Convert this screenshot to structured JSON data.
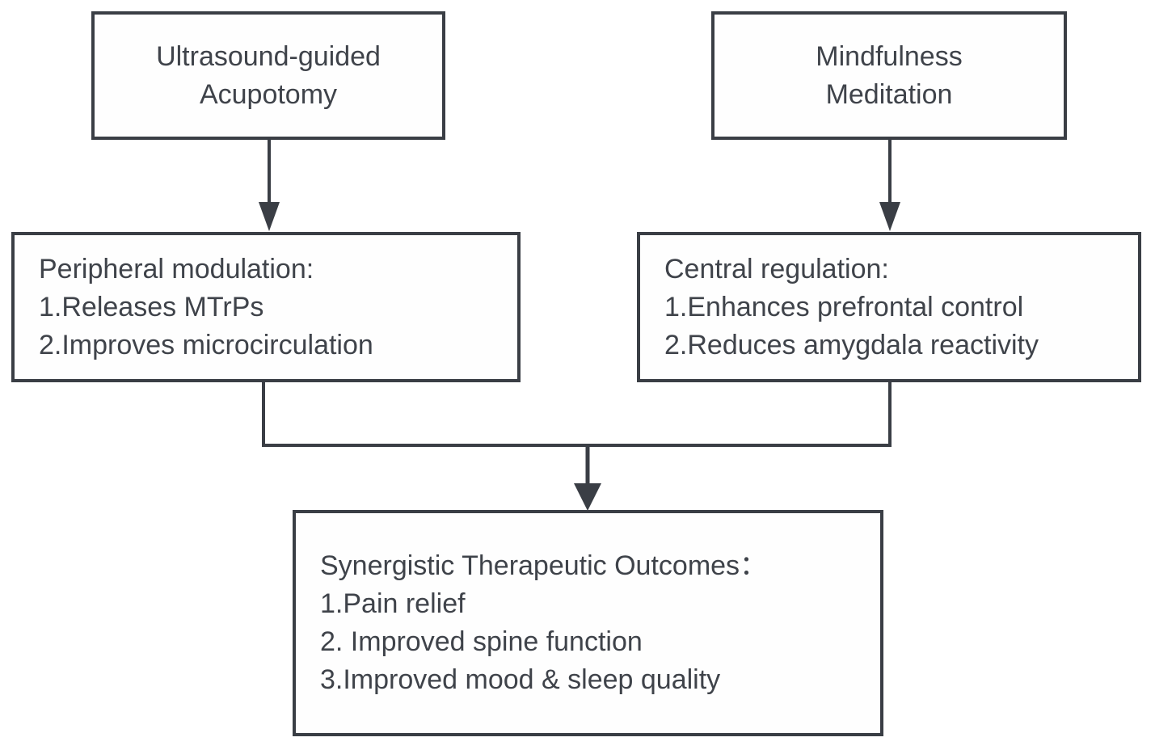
{
  "diagram": {
    "type": "flowchart",
    "colors": {
      "line": "#3a3e45",
      "text": "#3f434a",
      "background": "#ffffff"
    },
    "nodes": {
      "acupotomy": {
        "lines": [
          "Ultrasound-guided",
          "Acupotomy"
        ]
      },
      "meditation": {
        "lines": [
          "Mindfulness",
          "Meditation"
        ]
      },
      "peripheral": {
        "lines": [
          "Peripheral modulation:",
          "1.Releases MTrPs",
          "2.Improves microcirculation"
        ]
      },
      "central": {
        "lines": [
          "Central regulation:",
          "1.Enhances prefrontal control",
          "2.Reduces amygdala reactivity"
        ]
      },
      "outcomes": {
        "lines": [
          "Synergistic Therapeutic Outcomes：",
          "1.Pain relief",
          "2. Improved spine function",
          "3.Improved mood & sleep quality"
        ]
      }
    },
    "edges": [
      {
        "from": "acupotomy",
        "to": "peripheral",
        "style": "arrow-down"
      },
      {
        "from": "meditation",
        "to": "central",
        "style": "arrow-down"
      },
      {
        "from": "peripheral + central",
        "to": "outcomes",
        "style": "merge-arrow-down"
      }
    ]
  }
}
